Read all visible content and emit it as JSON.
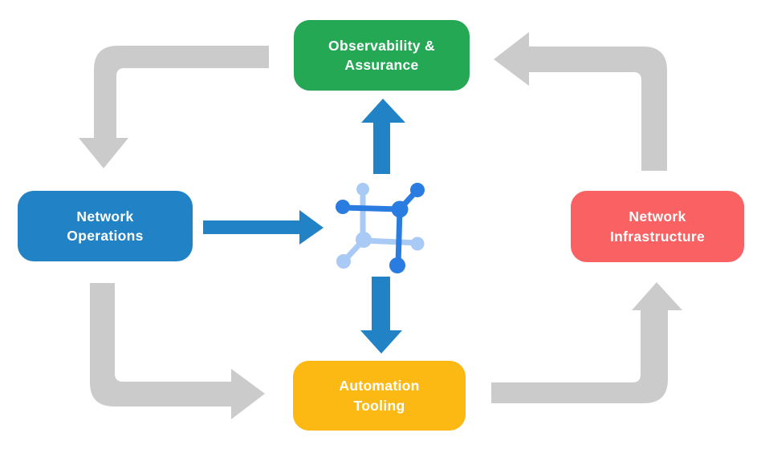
{
  "canvas": {
    "background": "#ffffff"
  },
  "boxes": {
    "observability": {
      "label": "Observability &\nAssurance",
      "color": "#24A853"
    },
    "operations": {
      "label": "Network\nOperations",
      "color": "#2183C5"
    },
    "infrastructure": {
      "label": "Network\nInfrastructure",
      "color": "#F96162"
    },
    "automation": {
      "label": "Automation\nTooling",
      "color": "#FCB813"
    }
  },
  "arrows": {
    "gray_color": "#CBCBCB",
    "blue_color": "#2183C5",
    "outer_cycle": [
      {
        "from": "observability",
        "to": "operations",
        "style": "gray-elbow"
      },
      {
        "from": "operations",
        "to": "automation",
        "style": "gray-elbow"
      },
      {
        "from": "automation",
        "to": "infrastructure",
        "style": "gray-elbow"
      },
      {
        "from": "infrastructure",
        "to": "observability",
        "style": "gray-elbow"
      }
    ],
    "center_links": [
      {
        "from": "operations",
        "to": "center-icon",
        "style": "blue-straight"
      },
      {
        "from": "center-icon",
        "to": "observability",
        "style": "blue-straight"
      },
      {
        "from": "center-icon",
        "to": "automation",
        "style": "blue-straight"
      }
    ]
  },
  "center_icon": {
    "name": "network-node-icon",
    "dark_color": "#2A7CE0",
    "light_color": "#A8CAF4"
  }
}
